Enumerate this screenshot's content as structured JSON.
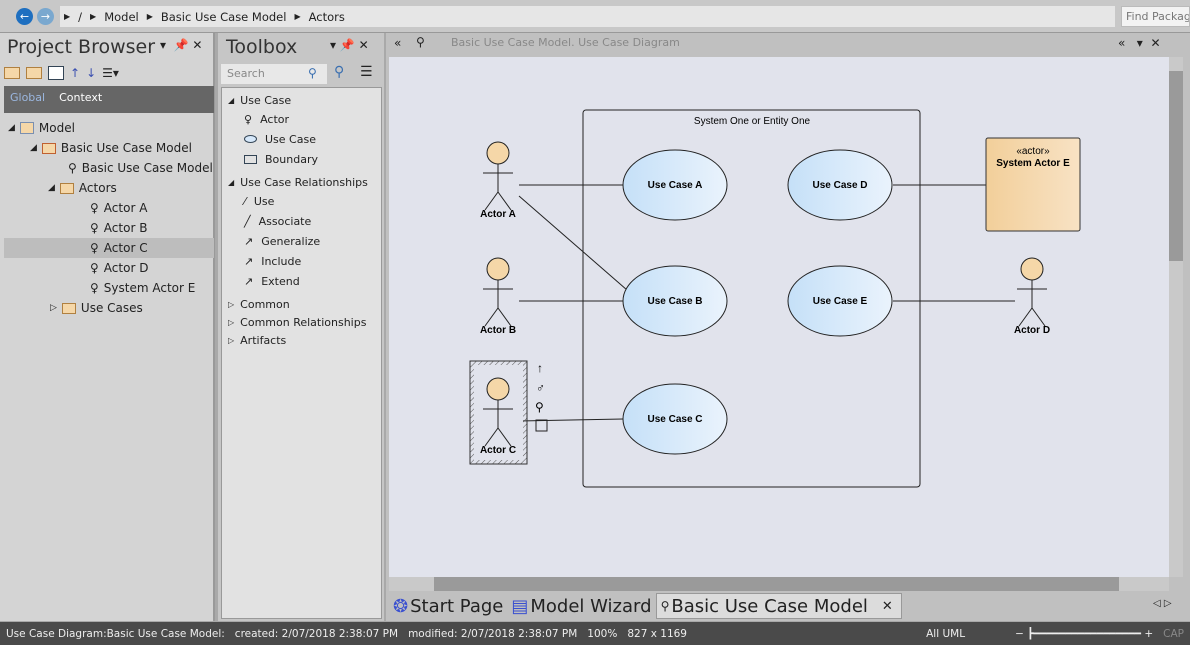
{
  "nav": {
    "breadcrumb": [
      "/",
      "Model",
      "Basic Use Case Model",
      "Actors"
    ],
    "find_placeholder": "Find Package"
  },
  "project_browser": {
    "title": "Project Browser",
    "tabs": [
      "Global",
      "Context"
    ],
    "tree": [
      {
        "label": "Model",
        "icon": "model-icon"
      },
      {
        "label": "Basic Use Case Model",
        "icon": "package-icon"
      },
      {
        "label": "Basic Use Case Model",
        "icon": "diagram-icon"
      },
      {
        "label": "Actors",
        "icon": "folder-icon"
      },
      {
        "label": "Actor A",
        "icon": "actor-icon"
      },
      {
        "label": "Actor B",
        "icon": "actor-icon"
      },
      {
        "label": "Actor C",
        "icon": "actor-icon",
        "selected": true
      },
      {
        "label": "Actor D",
        "icon": "actor-icon"
      },
      {
        "label": "System Actor E",
        "icon": "actor-icon"
      },
      {
        "label": "Use Cases",
        "icon": "folder-icon"
      }
    ]
  },
  "toolbox": {
    "title": "Toolbox",
    "search_placeholder": "Search",
    "groups": [
      {
        "label": "Use Case",
        "items": [
          "Actor",
          "Use Case",
          "Boundary"
        ]
      },
      {
        "label": "Use Case Relationships",
        "items": [
          "Use",
          "Associate",
          "Generalize",
          "Include",
          "Extend"
        ]
      },
      {
        "label": "Common"
      },
      {
        "label": "Common Relationships"
      },
      {
        "label": "Artifacts"
      }
    ]
  },
  "diagram": {
    "header": "Basic Use Case Model.  Use Case Diagram",
    "boundary": "System One or Entity One",
    "actors": [
      "Actor A",
      "Actor B",
      "Actor C",
      "Actor D"
    ],
    "use_cases": [
      "Use Case A",
      "Use Case B",
      "Use Case C",
      "Use Case D",
      "Use Case E"
    ],
    "system_actor": {
      "stereotype": "«actor»",
      "name": "System Actor E"
    }
  },
  "tabs": [
    "Start Page",
    "Model Wizard",
    "Basic Use Case Model"
  ],
  "status": {
    "type": "Use Case Diagram:Basic Use Case Model:",
    "created": "created: 2/07/2018 2:38:07 PM",
    "modified": "modified: 2/07/2018 2:38:07 PM",
    "zoom": "100%",
    "size": "827 x 1169",
    "mode": "All UML",
    "cap": "CAP"
  },
  "colors": {
    "actor_fill": "#f5d7a8",
    "usecase_fill": "#d6e8fa",
    "canvas": "#e1e3ec"
  }
}
